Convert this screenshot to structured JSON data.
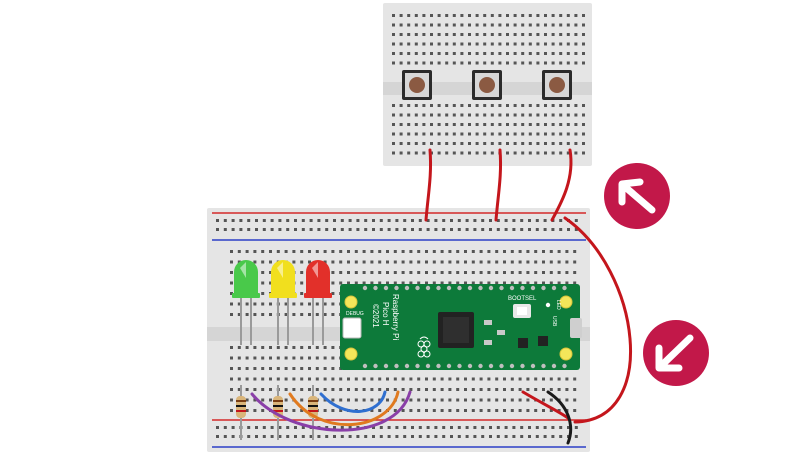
{
  "colors": {
    "breadboard": "#e5e5e5",
    "hole": "#555555",
    "rail_red": "#d42a2a",
    "rail_blue": "#2c3fc7",
    "wire_red": "#c4161c",
    "wire_black": "#1a1a1a",
    "wire_orange": "#e07a1f",
    "wire_blue": "#2f6fd0",
    "wire_purple": "#8a3fa8",
    "pico_green": "#0d7a3a",
    "arrow_badge": "#c21849",
    "led_green": "#49c94a",
    "led_yellow": "#f1df1e",
    "led_red": "#e2302a",
    "button_cap": "#8b5a42"
  },
  "pico": {
    "brand": "Raspberry Pi",
    "model": "Pico H",
    "year": "©2021",
    "bootsel_label": "BOOTSEL",
    "debug_label": "DEBUG",
    "usb_label": "USB",
    "led_label": "LED"
  },
  "icons": {
    "upper_arrow": "arrow-up-left-icon",
    "lower_arrow": "arrow-down-left-icon"
  },
  "components": {
    "leds": [
      "green",
      "yellow",
      "red"
    ],
    "buttons": 3,
    "resistors": 3
  }
}
